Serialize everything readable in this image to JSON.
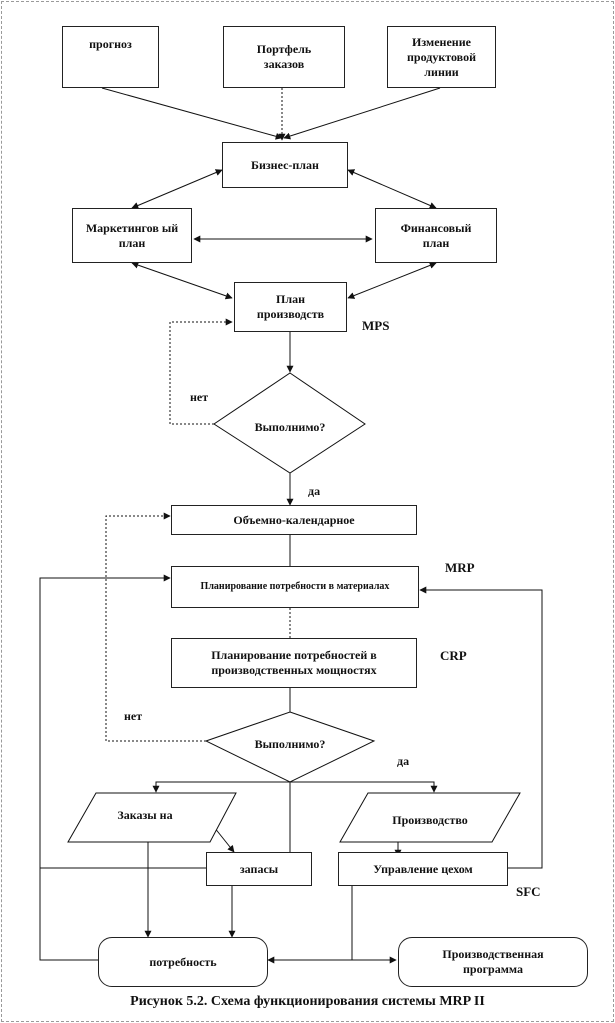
{
  "nodes": {
    "forecast": "прогноз",
    "order_portfolio": "Портфель заказов",
    "product_line_change": "Изменение продуктовой линии",
    "business_plan": "Бизнес-план",
    "marketing_plan": "Маркетингов ый план",
    "financial_plan": "Финансовый план",
    "production_plan": "План производств",
    "feasible_1": "Выполнимо?",
    "volume_calendar": "Объемно-календарное",
    "mrp_box": "Планирование потребности в материалах",
    "crp_box": "Планирование потребностей в производственных мощностях",
    "feasible_2": "Выполнимо?",
    "orders_for": "Заказы на",
    "production": "Производство",
    "stock": "запасы",
    "shop_control": "Управление цехом",
    "demand": "потребность",
    "production_program": "Производственная программа"
  },
  "labels": {
    "mps": "MPS",
    "mrp": "MRP",
    "crp": "CRP",
    "sfc": "SFC",
    "no_1": "нет",
    "yes_1": "да",
    "no_2": "нет",
    "yes_2": "да"
  },
  "caption": "Рисунок 5.2. Схема функционирования системы MRP II"
}
